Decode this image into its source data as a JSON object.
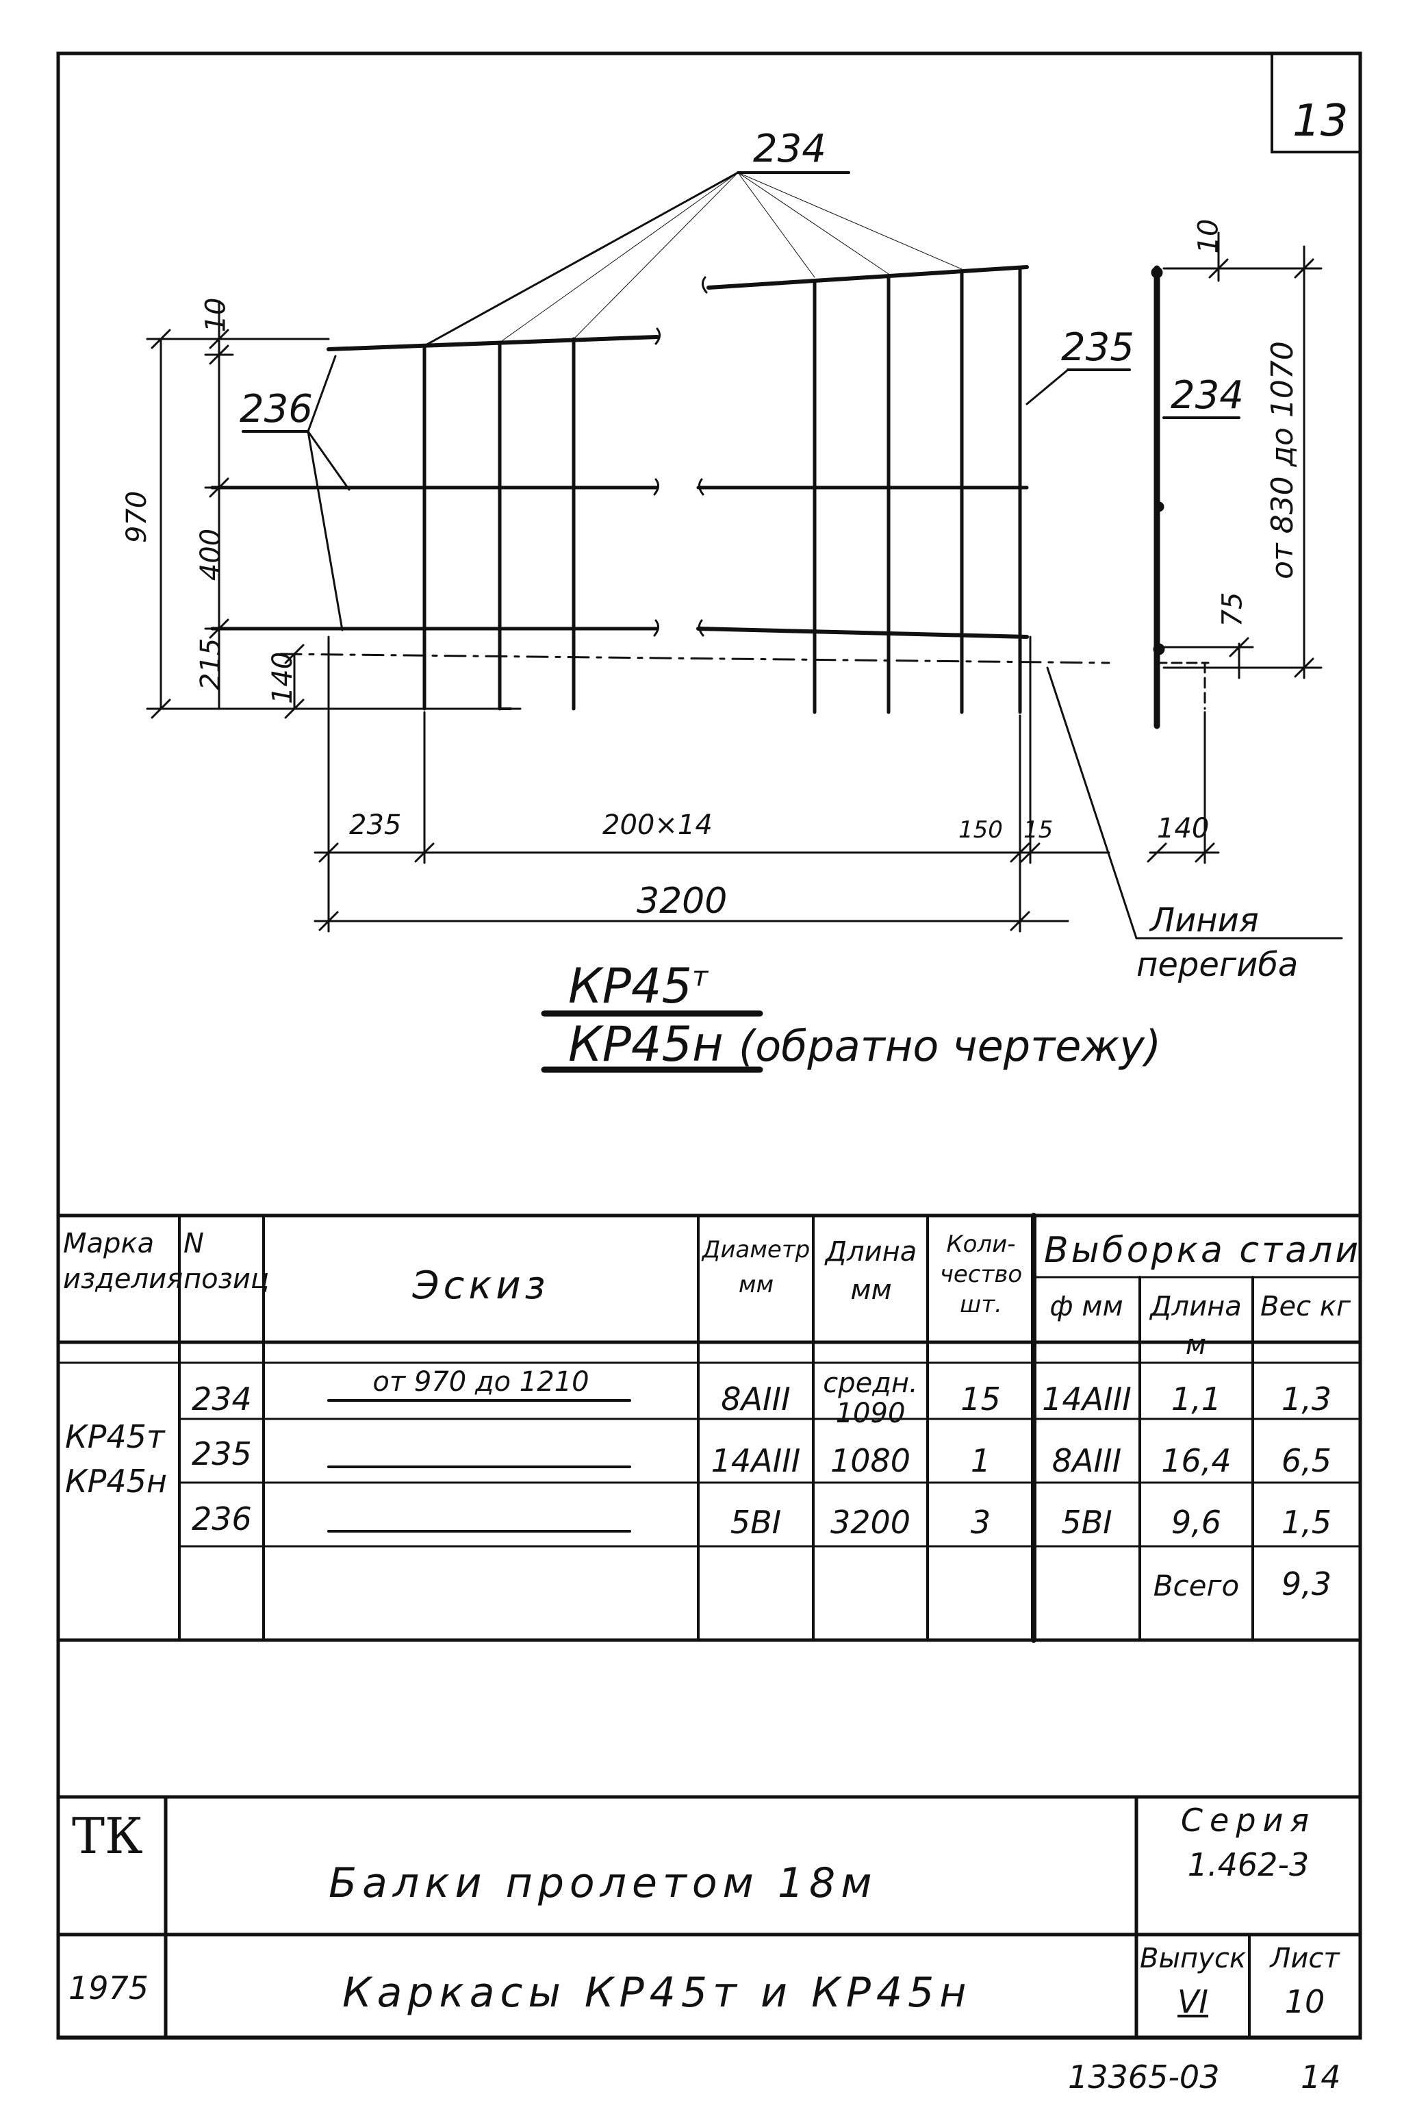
{
  "sheet_number": "13",
  "drawing": {
    "callouts": {
      "pos_234_top": "234",
      "pos_235": "235",
      "pos_234_side": "234",
      "pos_236": "236"
    },
    "dimensions": {
      "d_10_left": "10",
      "d_970": "970",
      "d_400": "400",
      "d_215": "215",
      "d_140_left": "140",
      "d_235": "235",
      "d_200x14": "200×14",
      "d_150": "150",
      "d_15": "15",
      "d_3200": "3200",
      "d_10_right": "10",
      "d_830_1070": "от 830 до 1070",
      "d_75": "75",
      "d_140_right": "140"
    },
    "bend_line_label_1": "Линия",
    "bend_line_label_2": "перегиба",
    "mark_top": "КР45",
    "mark_top_sup": "т",
    "mark_bottom": "КР45н",
    "mark_bottom_note": "(обратно чертежу)"
  },
  "table": {
    "headers": {
      "mark": "Марка изделия",
      "pos": "N позиц",
      "sketch": "Эскиз",
      "diameter": "Диаметр мм",
      "length": "Длина мм",
      "quantity": "Коли-чество шт.",
      "selection": "Выборка стали",
      "sel_diam": "ф мм",
      "sel_length": "Длина м",
      "sel_weight": "Вес кг"
    },
    "mark_values": [
      "КР45т",
      "КР45н"
    ],
    "rows": [
      {
        "pos": "234",
        "sketch": "от 970 до 1210",
        "diameter": "8АIII",
        "length": "средн. 1090",
        "qty": "15",
        "sel_d": "14АIII",
        "sel_len": "1,1",
        "sel_w": "1,3"
      },
      {
        "pos": "235",
        "sketch": "",
        "diameter": "14АIII",
        "length": "1080",
        "qty": "1",
        "sel_d": "8АIII",
        "sel_len": "16,4",
        "sel_w": "6,5"
      },
      {
        "pos": "236",
        "sketch": "",
        "diameter": "5BI",
        "length": "3200",
        "qty": "3",
        "sel_d": "5BI",
        "sel_len": "9,6",
        "sel_w": "1,5"
      }
    ],
    "total_label": "Всего",
    "total_value": "9,3"
  },
  "title_block": {
    "org": "ТК",
    "year": "1975",
    "title_line_1": "Балки пролетом 18м",
    "title_line_2": "Каркасы КР45т и КР45н",
    "series_label": "Серия",
    "series_value": "1.462-3",
    "issue_label": "Выпуск",
    "issue_value": "VI",
    "sheet_label": "Лист",
    "sheet_value": "10"
  },
  "footer": {
    "doc_code": "13365-03",
    "page": "14"
  }
}
